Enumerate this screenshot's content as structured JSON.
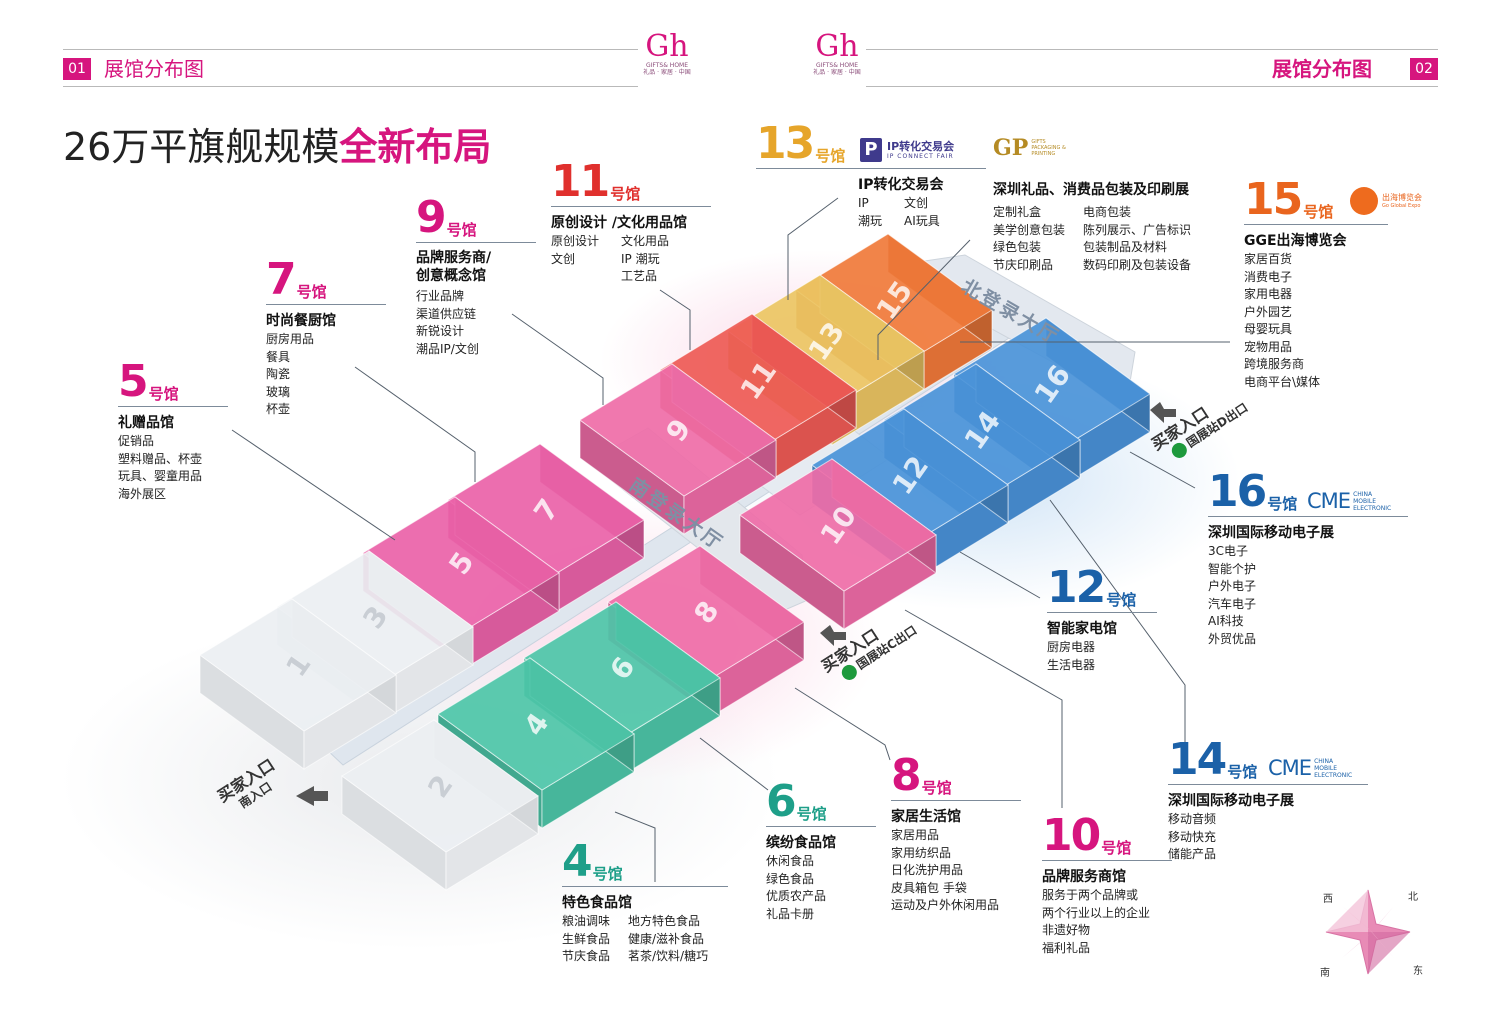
{
  "colors": {
    "accent": "#d6157e",
    "blue": "#1b61a8",
    "teal": "#1e9f89",
    "red": "#e0302d",
    "gold": "#e6a52a",
    "orange": "#e9651e"
  },
  "header": {
    "left": {
      "page_no": "01",
      "title": "展馆分布图"
    },
    "right": {
      "page_no": "02",
      "title": "展馆分布图"
    },
    "logo": {
      "mark": "Gh",
      "line1": "GIFTS& HOME",
      "line2": "礼品 · 家居 · 中国"
    }
  },
  "headline": {
    "part1": "26万平旗舰规模",
    "part2": "全新布局"
  },
  "map": {
    "blocks": [
      {
        "no": "1",
        "fill": "#eceff2"
      },
      {
        "no": "2",
        "fill": "#eceff2"
      },
      {
        "no": "3",
        "fill": "#eceff2"
      },
      {
        "no": "4",
        "fill": "#4dc6a8"
      },
      {
        "no": "5",
        "fill": "#ea62a8"
      },
      {
        "no": "6",
        "fill": "#4dc6a8"
      },
      {
        "no": "7",
        "fill": "#ea62a8"
      },
      {
        "no": "8",
        "fill": "#ef6ca7"
      },
      {
        "no": "9",
        "fill": "#ef6ca7"
      },
      {
        "no": "10",
        "fill": "#ef6ca7"
      },
      {
        "no": "11",
        "fill": "#ee5a55"
      },
      {
        "no": "12",
        "fill": "#4a92d8"
      },
      {
        "no": "13",
        "fill": "#ecc563"
      },
      {
        "no": "14",
        "fill": "#4a92d8"
      },
      {
        "no": "15",
        "fill": "#f0793a"
      },
      {
        "no": "16",
        "fill": "#4a92d8"
      }
    ],
    "south_hall": "南登录大厅",
    "north_hall": "北登录大厅"
  },
  "hao": "号馆",
  "halls": [
    {
      "no": "5",
      "name": "礼赠品馆",
      "items": [
        "促销品",
        "塑料赠品、杯壶",
        "玩具、婴童用品",
        "海外展区"
      ]
    },
    {
      "no": "7",
      "name": "时尚餐厨馆",
      "items": [
        "厨房用品",
        "餐具",
        "陶瓷",
        "玻璃",
        "杯壶"
      ]
    },
    {
      "no": "9",
      "name": "品牌服务商/\n创意概念馆",
      "items": [
        "行业品牌",
        "渠道供应链",
        "新锐设计",
        "潮品IP/文创"
      ]
    },
    {
      "no": "11",
      "name": "原创设计 /文化用品馆",
      "col1": [
        "原创设计",
        "文创"
      ],
      "col2": [
        "文化用品",
        "IP 潮玩",
        "工艺品"
      ]
    },
    {
      "no": "13",
      "name": "IP转化交易会",
      "col1": [
        "IP",
        "潮玩"
      ],
      "col2": [
        "文创",
        "AI玩具"
      ]
    },
    {
      "name": "深圳礼品、消费品包装及印刷展",
      "col1": [
        "定制礼盒",
        "美学创意包装",
        "绿色包装",
        "节庆印刷品"
      ],
      "col2": [
        "电商包装",
        "陈列展示、广告标识",
        "包装制品及材料",
        "数码印刷及包装设备"
      ]
    },
    {
      "no": "15",
      "name": "GGE出海博览会",
      "items": [
        "家居百货",
        "消费电子",
        "家用电器",
        "户外园艺",
        "母婴玩具",
        "宠物用品",
        "跨境服务商",
        "电商平台\\媒体"
      ]
    },
    {
      "no": "16",
      "name": "深圳国际移动电子展",
      "items": [
        "3C电子",
        "智能个护",
        "户外电子",
        "汽车电子",
        "AI科技",
        "外贸优品"
      ]
    },
    {
      "no": "12",
      "name": "智能家电馆",
      "items": [
        "厨房电器",
        "生活电器"
      ]
    },
    {
      "no": "14",
      "name": "深圳国际移动电子展",
      "items": [
        "移动音频",
        "移动快充",
        "储能产品"
      ]
    },
    {
      "no": "10",
      "name": "品牌服务商馆",
      "items": [
        "服务于两个品牌或",
        "两个行业以上的企业",
        "非遗好物",
        "福利礼品"
      ]
    },
    {
      "no": "8",
      "name": "家居生活馆",
      "items": [
        "家居用品",
        "家用纺织品",
        "日化洗护用品",
        "皮具箱包 手袋",
        "运动及户外休闲用品"
      ]
    },
    {
      "no": "6",
      "name": "缤纷食品馆",
      "items": [
        "休闲食品",
        "绿色食品",
        "优质农产品",
        "礼品卡册"
      ]
    },
    {
      "no": "4",
      "name": "特色食品馆",
      "col1": [
        "粮油调味",
        "生鲜食品",
        "节庆食品"
      ],
      "col2": [
        "地方特色食品",
        "健康/滋补食品",
        "茗茶/饮料/糖巧"
      ]
    }
  ],
  "brands": {
    "ip": {
      "mark": "P",
      "name": "IP转化交易会",
      "sub": "IP CONNECT FAIR"
    },
    "gp": {
      "mark": "GP",
      "sub": "GIFTS PACKAGING & PRINTING"
    },
    "gge": {
      "name": "出海博览会",
      "sub": "Go Global Expo"
    },
    "cme": {
      "mark": "CME",
      "sub": "CHINA MOBILE ELECTRONIC"
    }
  },
  "entrances": {
    "buyer": "买家入口",
    "south": "南入口",
    "c_exit": "国展站C出口",
    "d_exit": "国展站D出口"
  },
  "compass": {
    "west": "西",
    "north": "北",
    "south": "南",
    "east": "东"
  }
}
